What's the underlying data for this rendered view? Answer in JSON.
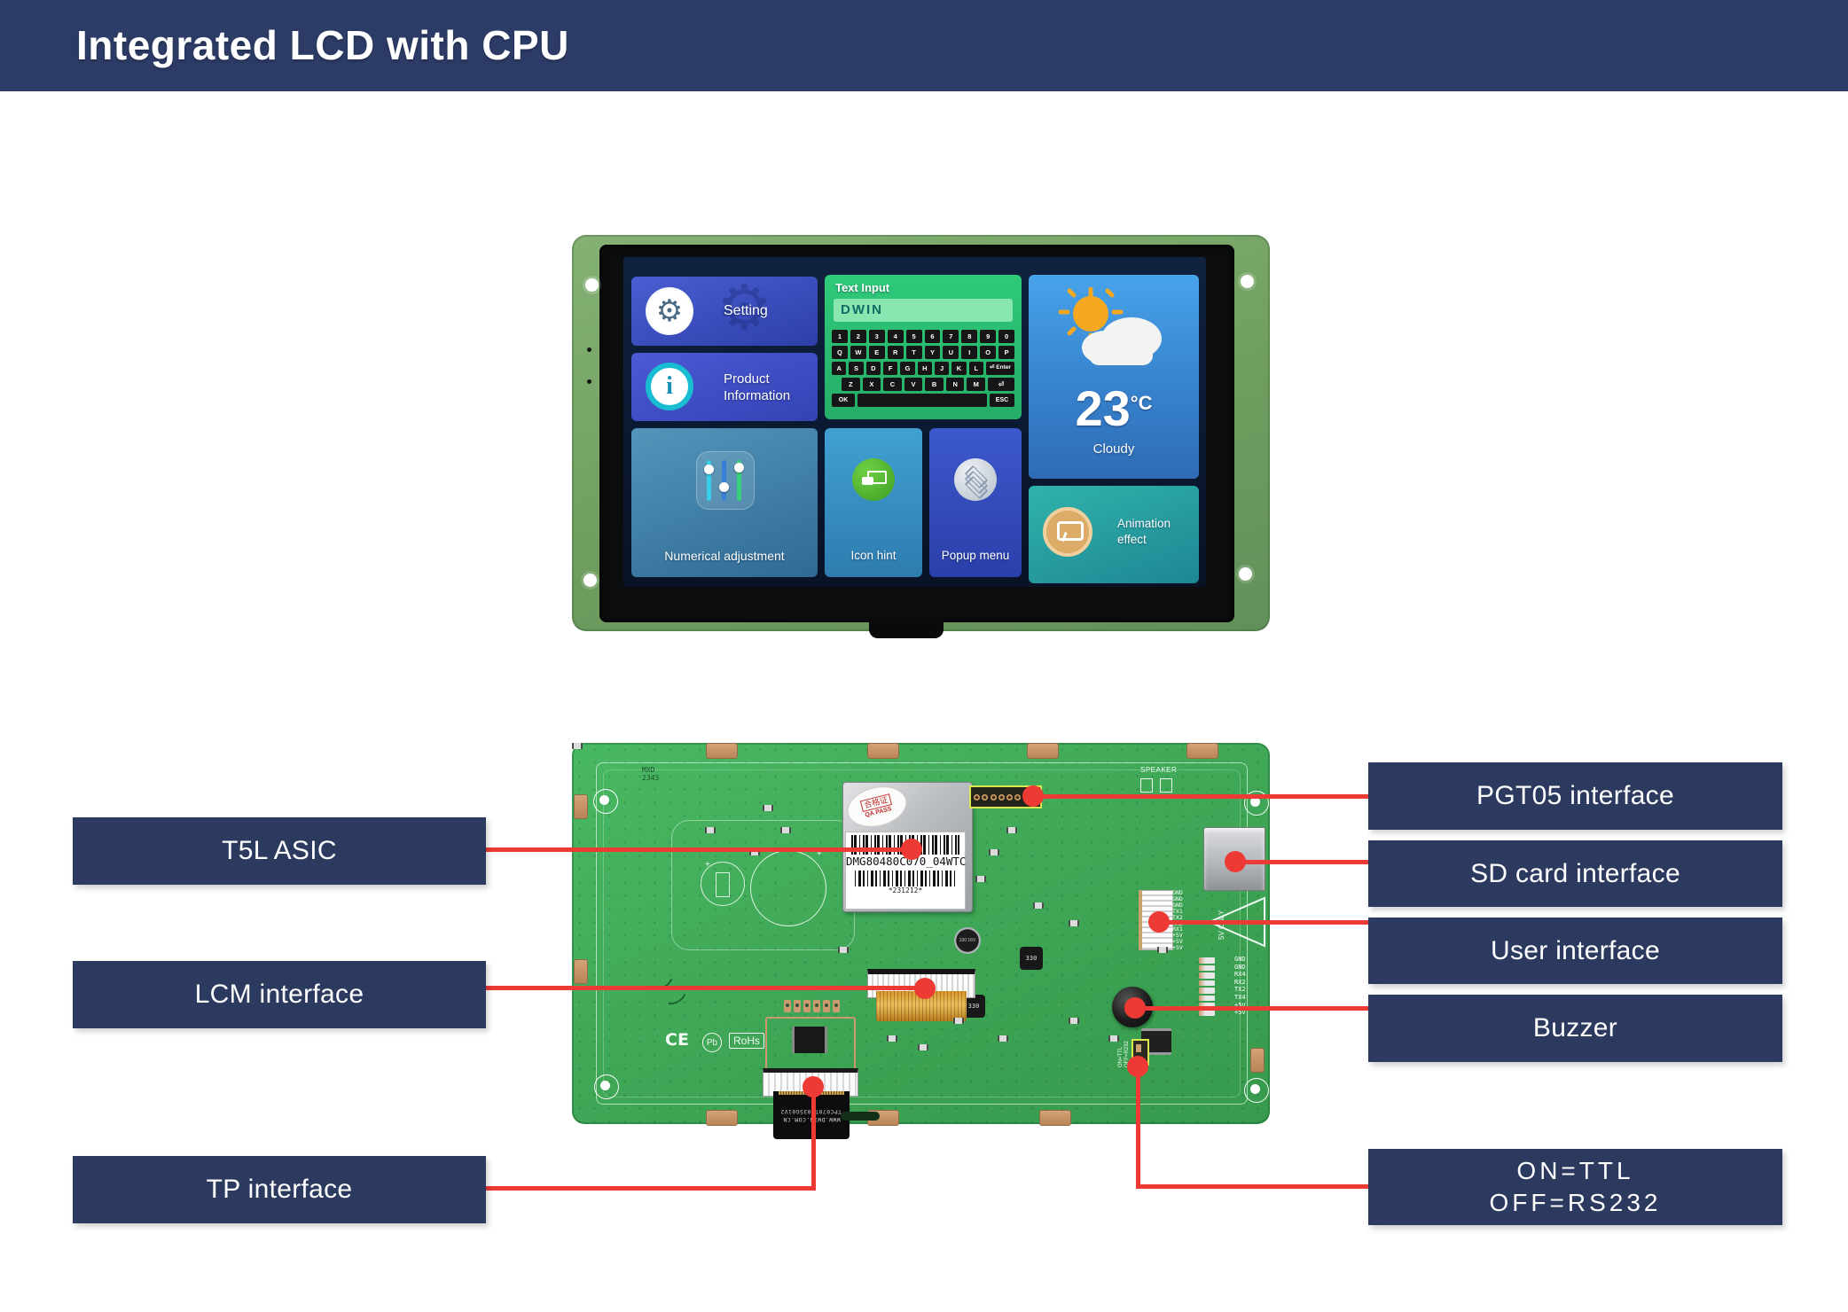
{
  "header": {
    "title": "Integrated LCD with CPU"
  },
  "screen": {
    "tiles": {
      "setting": "Setting",
      "product_line1": "Product",
      "product_line2": "Information",
      "numerical": "Numerical adjustment",
      "icon_hint": "Icon hint",
      "popup_menu": "Popup menu",
      "animation_line1": "Animation",
      "animation_line2": "effect"
    },
    "icons": {
      "gear": "⚙",
      "info": "i",
      "enter": "⏎ Enter",
      "return": "⏎"
    },
    "text_input": {
      "title": "Text Input",
      "value": "DWIN",
      "row1": [
        "1",
        "2",
        "3",
        "4",
        "5",
        "6",
        "7",
        "8",
        "9",
        "0"
      ],
      "row2": [
        "Q",
        "W",
        "E",
        "R",
        "T",
        "Y",
        "U",
        "I",
        "O",
        "P"
      ],
      "row3": [
        "A",
        "S",
        "D",
        "F",
        "G",
        "H",
        "J",
        "K",
        "L"
      ],
      "row4": [
        "Z",
        "X",
        "C",
        "V",
        "B",
        "N",
        "M"
      ],
      "ok_key": "OK",
      "esc_key": "ESC"
    },
    "weather": {
      "temp": "23",
      "unit": "°C",
      "condition": "Cloudy"
    }
  },
  "pcb": {
    "shield_label": {
      "model": "DMG80480C070_04WTC",
      "date_code": "*231212*"
    },
    "qa_sticker": {
      "stamp": "合格证",
      "pass": "QA PASS"
    },
    "silk": {
      "speaker": "SPEAKER",
      "mxd_line1": "MXD",
      "mxd_line2": "2343",
      "ce": "CE",
      "pb": "Pb",
      "rohs": "RoHs",
      "five_v_only": "5V ONLY",
      "switch_line1": "ON=TTL",
      "switch_line2": "OFF=R232",
      "inductor_value": "330",
      "cap_value": "100 16V"
    },
    "ribbon": {
      "line1": "TPC070T0035G01V2",
      "line2": "WWW.DWIN.COM.CN"
    },
    "pins_right": [
      "GND",
      "GND",
      "RX4",
      "RX2",
      "TX2",
      "TX4",
      "+5V",
      "+5V"
    ],
    "pins_fpc": [
      "GND",
      "GND",
      "GND",
      "TX1",
      "TX2",
      "RX2",
      "RX1",
      "+5V",
      "+5V",
      "+5V"
    ]
  },
  "callouts": {
    "t5l": "T5L ASIC",
    "lcm": "LCM interface",
    "tp": "TP interface",
    "pgt05": "PGT05 interface",
    "sd": "SD card interface",
    "user": "User interface",
    "buzzer": "Buzzer",
    "ttl_line1": "ON=TTL",
    "ttl_line2": "OFF=RS232"
  },
  "colors": {
    "accent_red": "#ee3a34",
    "navy": "#2b3a5e",
    "header_navy": "#2d3c67",
    "pcb_green": "#3da454"
  }
}
